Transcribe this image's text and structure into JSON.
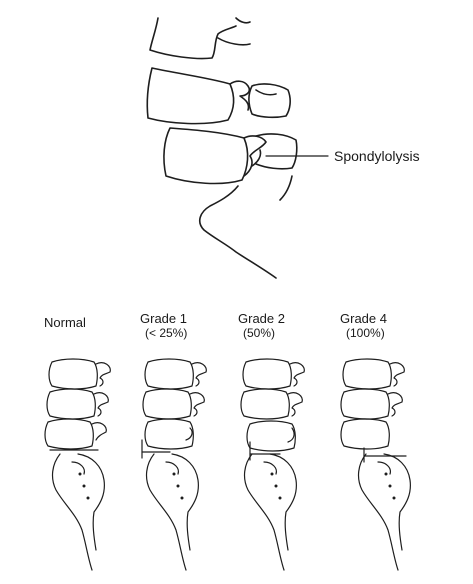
{
  "callout": {
    "label": "Spondylolysis"
  },
  "grades": [
    {
      "title": "Normal",
      "subtitle": ""
    },
    {
      "title": "Grade 1",
      "subtitle": "(< 25%)"
    },
    {
      "title": "Grade 2",
      "subtitle": "(50%)"
    },
    {
      "title": "Grade 4",
      "subtitle": "(100%)"
    }
  ]
}
